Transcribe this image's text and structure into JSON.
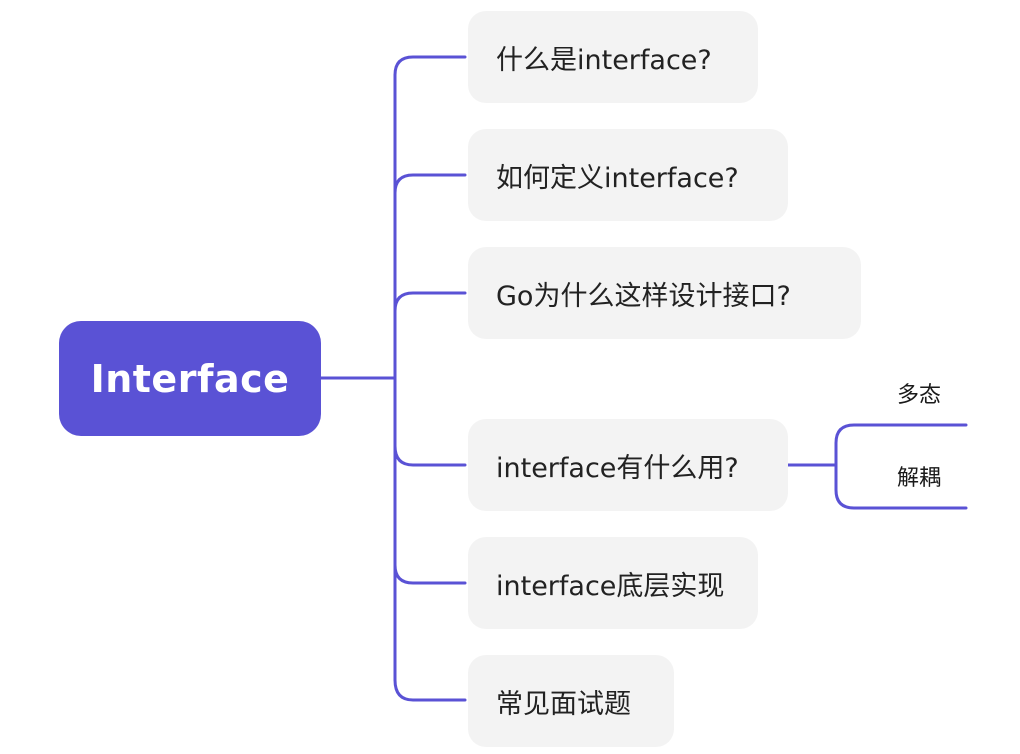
{
  "root": {
    "label": "Interface"
  },
  "branches": [
    {
      "label": "什么是interface?"
    },
    {
      "label": "如何定义interface?"
    },
    {
      "label": "Go为什么这样设计接口?"
    },
    {
      "label": "interface有什么用?"
    },
    {
      "label": "interface底层实现"
    },
    {
      "label": "常见面试题"
    }
  ],
  "uses": [
    {
      "label": "多态"
    },
    {
      "label": "解耦"
    }
  ],
  "colors": {
    "root_fill": "#5a52d5",
    "connector": "#5a52d5",
    "branch_fill": "#f3f3f3"
  }
}
